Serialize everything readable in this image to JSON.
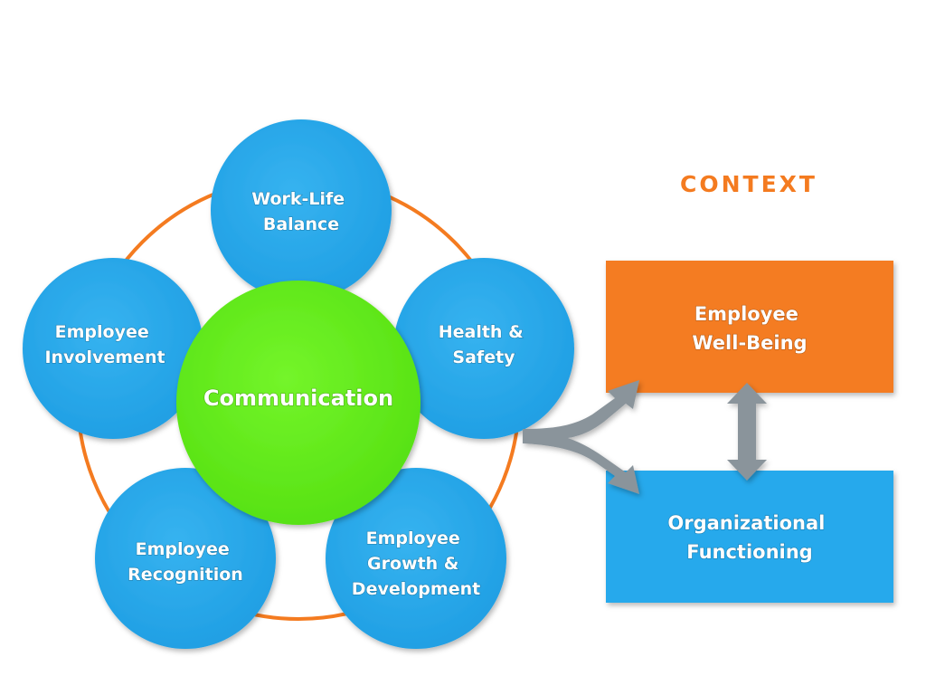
{
  "colors": {
    "orange": "#f47b20",
    "blue": "#27a9ec",
    "green": "#66f21d",
    "arrow_gray": "#8a949b",
    "text_white": "#ffffff"
  },
  "center": {
    "label": "Communication"
  },
  "nodes": {
    "top": {
      "lines": [
        "Work-Life",
        "Balance"
      ]
    },
    "right": {
      "lines": [
        "Health &",
        "Safety"
      ]
    },
    "bottom_right": {
      "lines": [
        "Employee",
        "Growth &",
        "Development"
      ]
    },
    "bottom_left": {
      "lines": [
        "Employee",
        "Recognition"
      ]
    },
    "left": {
      "lines": [
        "Employee",
        "Involvement"
      ]
    }
  },
  "context": {
    "heading": "CONTEXT",
    "well_being": {
      "lines": [
        "Employee",
        "Well-Being"
      ]
    },
    "functioning": {
      "lines": [
        "Organizational",
        "Functioning"
      ]
    }
  }
}
